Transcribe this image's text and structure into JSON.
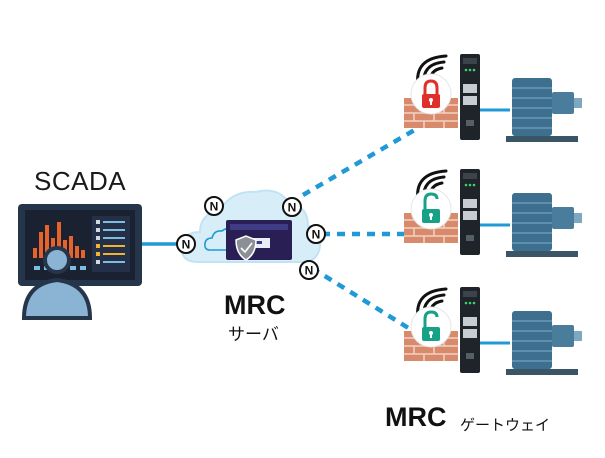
{
  "labels": {
    "scada": "SCADA",
    "server_title": "MRC",
    "server_sub": "サーバ",
    "gateway_title": "MRC",
    "gateway_sub": "ゲートウェイ",
    "node_letter": "N"
  },
  "gateways": [
    {
      "lock_state": "locked",
      "lock_color": "#e0302a"
    },
    {
      "lock_state": "unlocked",
      "lock_color": "#17a288"
    },
    {
      "lock_state": "unlocked",
      "lock_color": "#17a288"
    }
  ],
  "colors": {
    "link": "#1f9ad6",
    "monitor_frame": "#26364a",
    "person": "#8bb3d4",
    "cloud": "#d7eef9",
    "brick": "#d88a6c",
    "motor": "#3e6f8e"
  },
  "icons": [
    "wifi-icon",
    "padlock-icon",
    "brick-wall-icon",
    "gateway-device-icon",
    "motor-icon",
    "cloud-icon",
    "shield-icon"
  ]
}
